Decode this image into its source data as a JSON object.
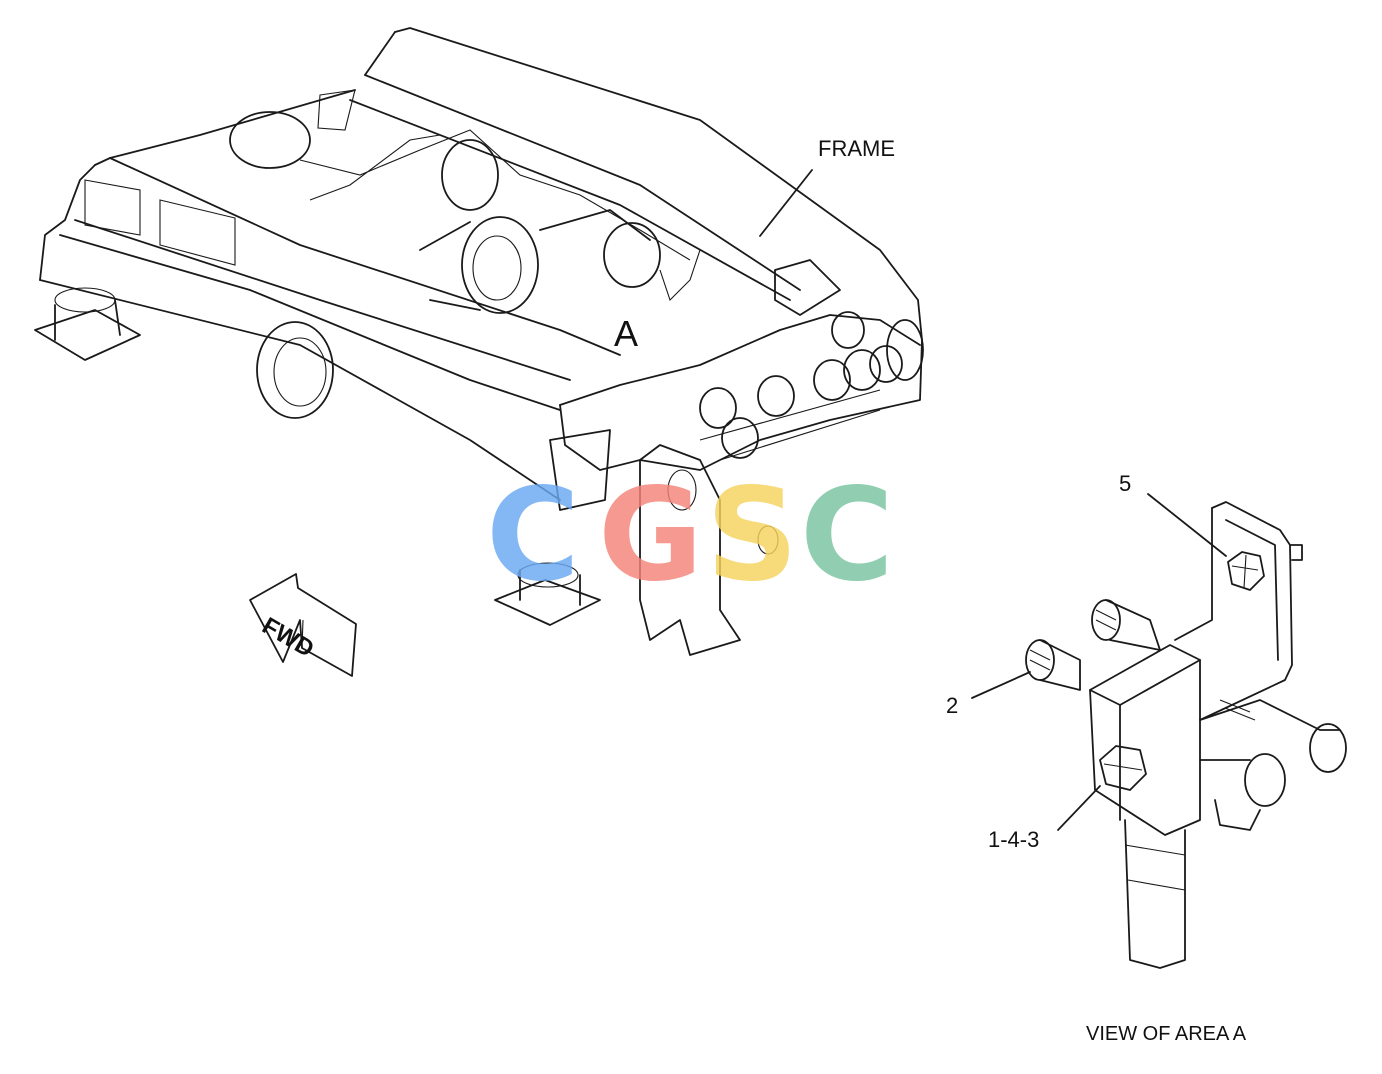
{
  "labels": {
    "frame": "FRAME",
    "area": "A",
    "part_5": "5",
    "part_2": "2",
    "part_143": "1-4-3",
    "view": "VIEW OF AREA  A"
  },
  "fwd_arrow": {
    "text": "FWD"
  },
  "watermark": {
    "letters": [
      {
        "char": "C",
        "color": "#6aa9f2"
      },
      {
        "char": "G",
        "color": "#f4837a"
      },
      {
        "char": "S",
        "color": "#f6d35c"
      },
      {
        "char": "C",
        "color": "#79c39f"
      }
    ]
  }
}
